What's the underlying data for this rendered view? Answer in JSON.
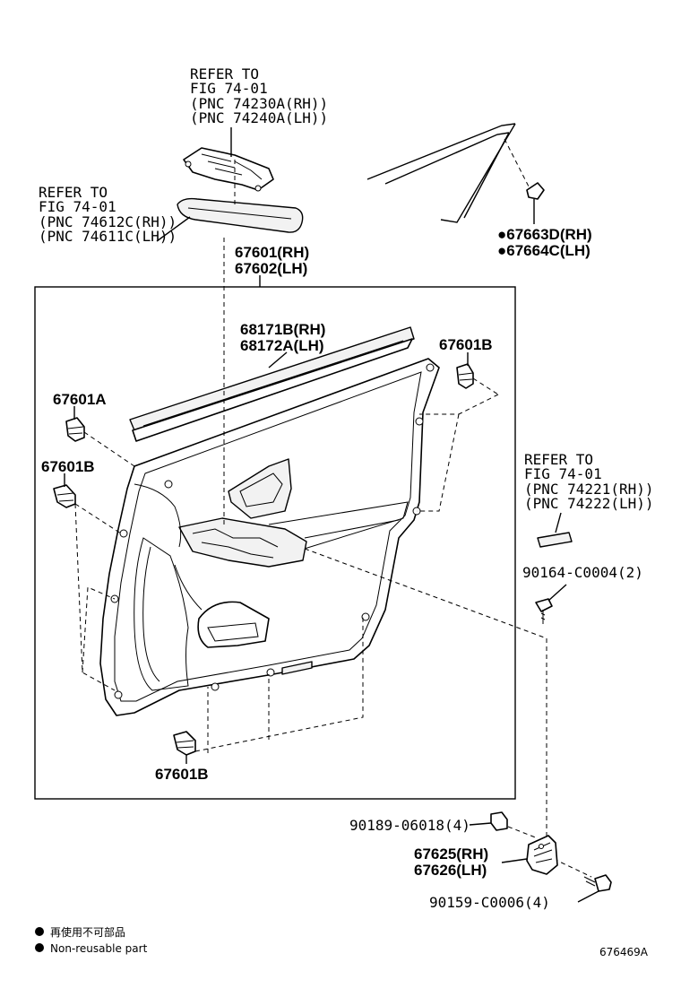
{
  "diagram_id": "676469A",
  "callouts": {
    "switch_ref": [
      "REFER TO",
      "FIG 74-01",
      "(PNC 74230A(RH))",
      "(PNC 74240A(LH))"
    ],
    "armrest_ref": [
      "REFER TO",
      "FIG 74-01",
      "(PNC 74612C(RH))",
      "(PNC 74611C(LH))"
    ],
    "cap_ref": [
      "REFER TO",
      "FIG 74-01",
      "(PNC 74221(RH))",
      "(PNC 74222(LH))"
    ],
    "trim_board": [
      "67601(RH)",
      "67602(LH)"
    ],
    "weatherstrip": [
      "68171B(RH)",
      "68172A(LH)"
    ],
    "clip_b_right": "67601B",
    "clip_a": "67601A",
    "clip_b_left": "67601B",
    "clip_b_bottom": "67601B",
    "cover": [
      "●67663D(RH)",
      "●67664C(LH)"
    ],
    "screw_top": "90164-C0004(2)",
    "nut": "90189-06018(4)",
    "bracket": [
      "67625(RH)",
      "67626(LH)"
    ],
    "screw_bottom": "90159-C0006(4)"
  },
  "legend": {
    "item1": "再使用不可部品",
    "item2": "Non-reusable part"
  }
}
